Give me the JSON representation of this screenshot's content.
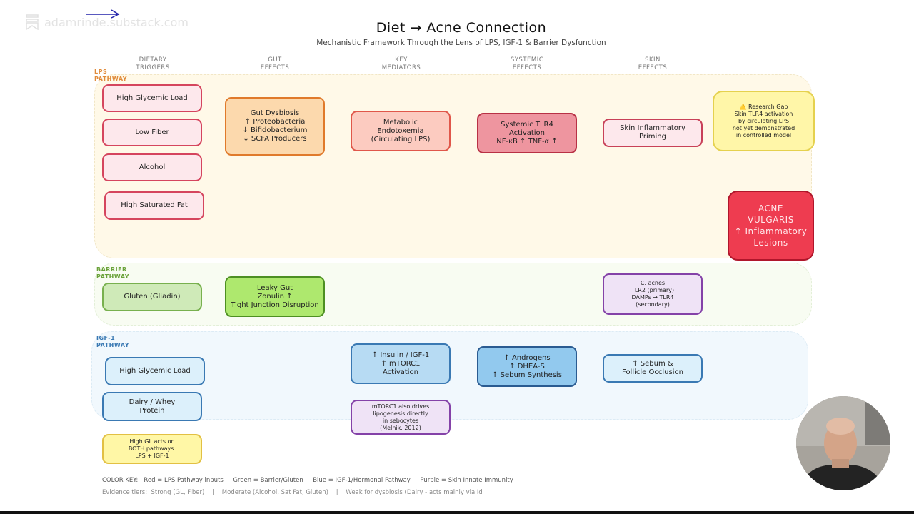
{
  "watermark": {
    "text": "adamrinde.substack.com"
  },
  "title": "Diet → Acne Connection",
  "subtitle": "Mechanistic Framework Through the Lens of LPS, IGF-1 & Barrier Dysfunction",
  "columns": [
    {
      "label": "DIETARY\nTRIGGERS"
    },
    {
      "label": "GUT\nEFFECTS"
    },
    {
      "label": "KEY\nMEDIATORS"
    },
    {
      "label": "SYSTEMIC\nEFFECTS"
    },
    {
      "label": "SKIN\nEFFECTS"
    }
  ],
  "lanes": {
    "lps": {
      "label": "LPS\nPATHWAY",
      "color": "#e08a3a"
    },
    "barrier": {
      "label": "BARRIER\nPATHWAY",
      "color": "#6aa23a"
    },
    "igf": {
      "label": "IGF-1\nPATHWAY",
      "color": "#3a79b3"
    }
  },
  "nodes": {
    "lps_hgl": "High Glycemic Load",
    "lps_fiber": "Low Fiber",
    "lps_alcohol": "Alcohol",
    "lps_fat": "High Saturated Fat",
    "gut_dysbiosis": "Gut Dysbiosis\n↑ Proteobacteria\n↓ Bifidobacterium\n↓ SCFA Producers",
    "endotoxemia": "Metabolic\nEndotoxemia\n(Circulating LPS)",
    "tlr4": "Systemic TLR4\nActivation\nNF-κB ↑  TNF-α ↑",
    "priming": "Skin Inflammatory\nPriming",
    "research_gap": "⚠️ Research Gap\nSkin TLR4 activation\nby circulating LPS\nnot yet demonstrated\nin controlled model",
    "acne": "ACNE\nVULGARIS\n↑ Inflammatory\nLesions",
    "gluten": "Gluten (Gliadin)",
    "leaky_gut": "Leaky Gut\nZonulin ↑\nTight Junction Disruption",
    "cacnes": "C. acnes\nTLR2 (primary)\nDAMPs → TLR4\n(secondary)",
    "igf_hgl": "High Glycemic Load",
    "dairy": "Dairy / Whey\nProtein",
    "hgl_both": "High GL acts on\nBOTH pathways:\nLPS + IGF-1",
    "insulin": "↑ Insulin / IGF-1\n↑ mTORC1\nActivation",
    "mtorc1_note": "mTORC1 also drives\nlipogenesis directly\nin sebocytes\n(Melnik, 2012)",
    "androgens": "↑ Androgens\n↑ DHEA-S\n↑ Sebum Synthesis",
    "sebum": "↑ Sebum &\nFollicle Occlusion"
  },
  "legend": {
    "color_key": "COLOR KEY:   Red = LPS Pathway inputs     Green = Barrier/Gluten     Blue = IGF-1/Hormonal Pathway     Purple = Skin Innate Immunity",
    "evidence": "Evidence tiers:  Strong (GL, Fiber)    |    Moderate (Alcohol, Sat Fat, Gluten)    |    Weak for dysbiosis (Dairy - acts mainly via Id"
  },
  "colors": {
    "lps": "#d5455e",
    "barrier": "#78b04e",
    "igf": "#3a79b3",
    "skin_immunity": "#8442a8",
    "acne": "#ee3c50"
  }
}
